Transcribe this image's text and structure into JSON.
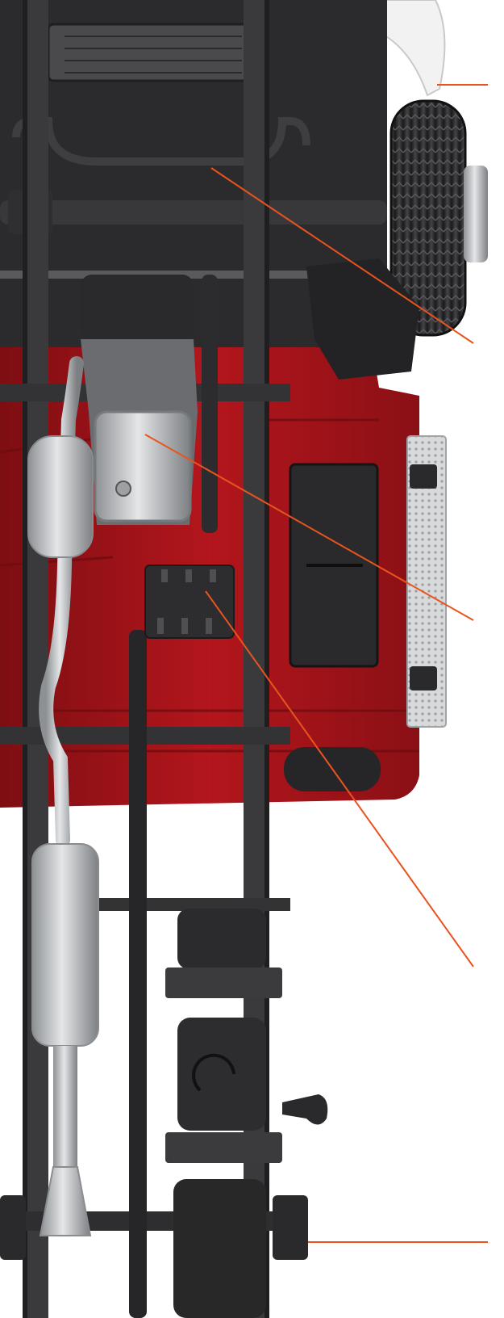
{
  "title": "",
  "colors": {
    "background": "#ffffff",
    "body_red": "#b3161c",
    "body_red_dark": "#6e0d10",
    "frame": "#3a3a3c",
    "frame_dark": "#1f1f21",
    "metal": "#b9bcbf",
    "metal_light": "#dfe1e3",
    "tire": "#2a2a2c",
    "callout_line": "#e8541e",
    "bumper_white": "#f2f2f2",
    "step_plate": "#d7d9db"
  },
  "callouts": [
    {
      "id": "body-front-edge",
      "label": ""
    },
    {
      "id": "front-crossmember",
      "label": ""
    },
    {
      "id": "transmission",
      "label": ""
    },
    {
      "id": "skid-plate",
      "label": ""
    },
    {
      "id": "rear-frame",
      "label": ""
    }
  ]
}
